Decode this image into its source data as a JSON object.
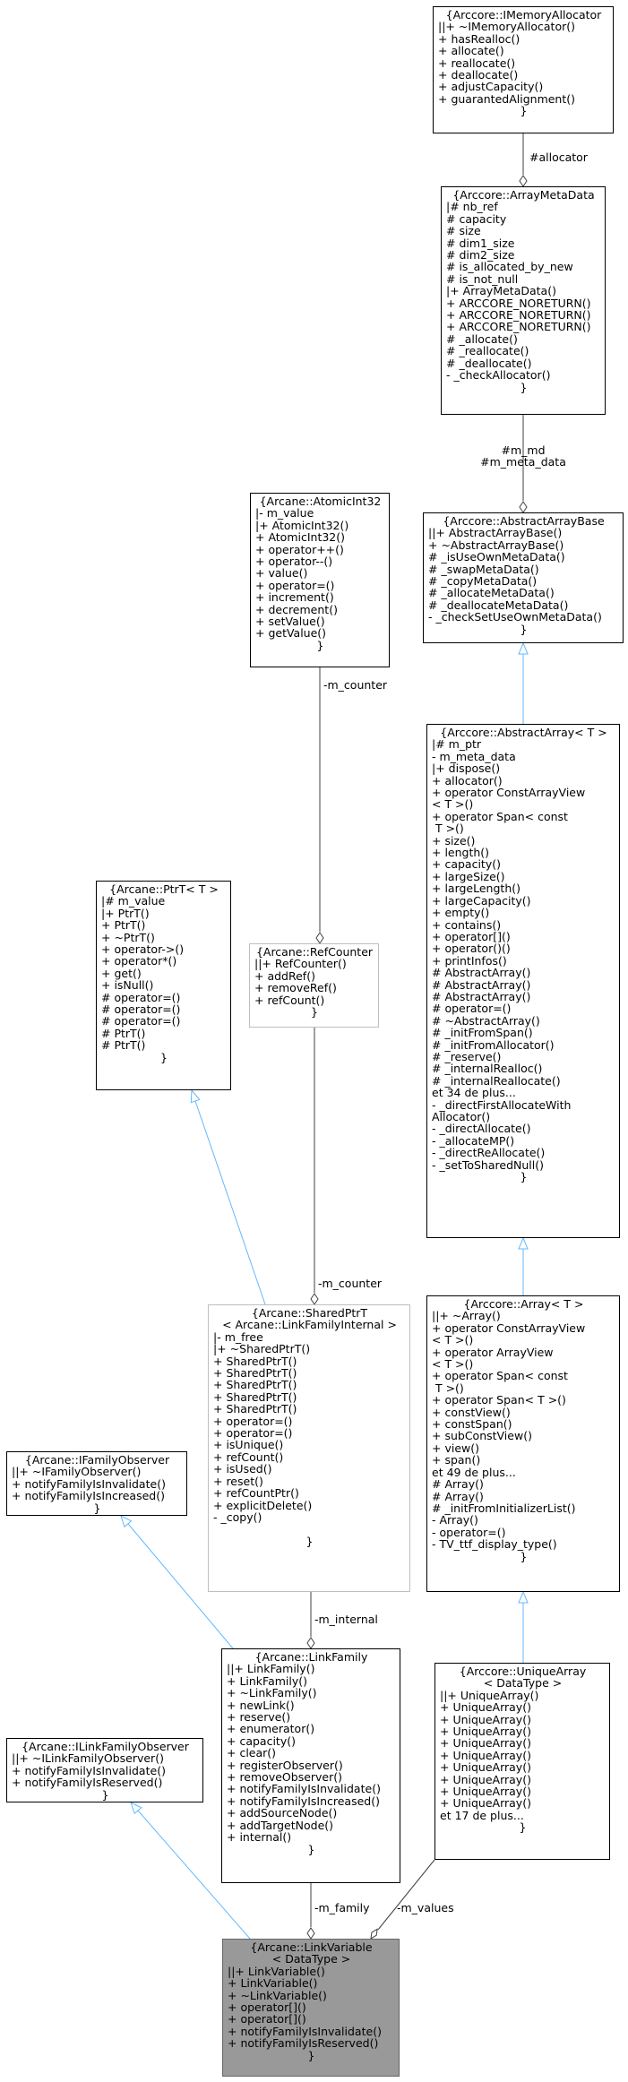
{
  "colors": {
    "inheritance_edge": "#63b8ff",
    "usage_edge": "#404040",
    "node_border": "#000000",
    "gray_node_border": "#bfbfbf",
    "focus_node_fill": "#999999"
  },
  "nodes": [
    {
      "id": "imemoryallocator",
      "title": "{Arccore::IMemoryAllocator",
      "members": [
        "||+ ~IMemoryAllocator()",
        "+ hasRealloc()",
        "+ allocate()",
        "+ reallocate()",
        "+ deallocate()",
        "+ adjustCapacity()",
        "+ guarantedAlignment()"
      ],
      "closing": "}"
    },
    {
      "id": "arraymetadata",
      "title": "{Arccore::ArrayMetaData",
      "members": [
        "|# nb_ref",
        "# capacity",
        "# size",
        "# dim1_size",
        "# dim2_size",
        "# is_allocated_by_new",
        "# is_not_null",
        "|+ ArrayMetaData()",
        "+ ARCCORE_NORETURN()",
        "+ ARCCORE_NORETURN()",
        "+ ARCCORE_NORETURN()",
        "# _allocate()",
        "# _reallocate()",
        "# _deallocate()",
        "- _checkAllocator()"
      ],
      "closing": "}"
    },
    {
      "id": "atomicint32",
      "title": "{Arcane::AtomicInt32",
      "members": [
        "|- m_value",
        "|+ AtomicInt32()",
        "+ AtomicInt32()",
        "+ operator++()",
        "+ operator--()",
        "+ value()",
        "+ operator=()",
        "+ increment()",
        "+ decrement()",
        "+ setValue()",
        "+ getValue()"
      ],
      "closing": "}"
    },
    {
      "id": "abstractarraybase",
      "title": "{Arccore::AbstractArrayBase",
      "members": [
        "||+ AbstractArrayBase()",
        "+ ~AbstractArrayBase()",
        "# _isUseOwnMetaData()",
        "# _swapMetaData()",
        "# _copyMetaData()",
        "# _allocateMetaData()",
        "# _deallocateMetaData()",
        "- _checkSetUseOwnMetaData()"
      ],
      "closing": "}"
    },
    {
      "id": "abstractarray",
      "title": "{Arccore::AbstractArray< T >",
      "members": [
        "|# m_ptr",
        "- m_meta_data",
        "|+ dispose()",
        "+ allocator()",
        "+ operator ConstArrayView",
        "< T >()",
        "+ operator Span< const",
        " T >()",
        "+ size()",
        "+ length()",
        "+ capacity()",
        "+ largeSize()",
        "+ largeLength()",
        "+ largeCapacity()",
        "+ empty()",
        "+ contains()",
        "+ operator[]()",
        "+ operator()()",
        "+ printInfos()",
        "# AbstractArray()",
        "# AbstractArray()",
        "# AbstractArray()",
        "# operator=()",
        "# ~AbstractArray()",
        "# _initFromSpan()",
        "# _initFromAllocator()",
        "# _reserve()",
        "# _internalRealloc()",
        "# _internalReallocate()",
        "et 34 de plus...",
        "- _directFirstAllocateWith",
        "Allocator()",
        "- _directAllocate()",
        "- _allocateMP()",
        "- _directReAllocate()",
        "- _setToSharedNull()"
      ],
      "closing": "}"
    },
    {
      "id": "ptrt",
      "title": "{Arcane::PtrT< T >",
      "members": [
        "|# m_value",
        "|+ PtrT()",
        "+ PtrT()",
        "+ ~PtrT()",
        "+ operator->()",
        "+ operator*()",
        "+ get()",
        "+ isNull()",
        "# operator=()",
        "# operator=()",
        "# operator=()",
        "# PtrT()",
        "# PtrT()"
      ],
      "closing": "}"
    },
    {
      "id": "refcounter",
      "title": "{Arcane::RefCounter",
      "members": [
        "||+ RefCounter()",
        "+ addRef()",
        "+ removeRef()",
        "+ refCount()"
      ],
      "closing": "}"
    },
    {
      "id": "sharedptrt",
      "title": "{Arcane::SharedPtrT\n< Arcane::LinkFamilyInternal >",
      "members": [
        "|- m_free",
        "|+ ~SharedPtrT()",
        "+ SharedPtrT()",
        "+ SharedPtrT()",
        "+ SharedPtrT()",
        "+ SharedPtrT()",
        "+ SharedPtrT()",
        "+ operator=()",
        "+ operator=()",
        "+ isUnique()",
        "+ refCount()",
        "+ isUsed()",
        "+ reset()",
        "+ refCountPtr()",
        "+ explicitDelete()",
        "- _copy()",
        ""
      ],
      "closing": "}"
    },
    {
      "id": "array",
      "title": "{Arccore::Array< T >",
      "members": [
        "||+ ~Array()",
        "+ operator ConstArrayView",
        "< T >()",
        "+ operator ArrayView",
        "< T >()",
        "+ operator Span< const",
        " T >()",
        "+ operator Span< T >()",
        "+ constView()",
        "+ constSpan()",
        "+ subConstView()",
        "+ view()",
        "+ span()",
        "et 49 de plus...",
        "# Array()",
        "# Array()",
        "# _initFromInitializerList()",
        "- Array()",
        "- operator=()",
        "- TV_ttf_display_type()"
      ],
      "closing": "}"
    },
    {
      "id": "ifamilyobserver",
      "title": "{Arcane::IFamilyObserver",
      "members": [
        "||+ ~IFamilyObserver()",
        "+ notifyFamilyIsInvalidate()",
        "+ notifyFamilyIsIncreased()"
      ],
      "closing": "}"
    },
    {
      "id": "linkfamily",
      "title": "{Arcane::LinkFamily",
      "members": [
        "||+ LinkFamily()",
        "+ LinkFamily()",
        "+ ~LinkFamily()",
        "+ newLink()",
        "+ reserve()",
        "+ enumerator()",
        "+ capacity()",
        "+ clear()",
        "+ registerObserver()",
        "+ removeObserver()",
        "+ notifyFamilyIsInvalidate()",
        "+ notifyFamilyIsIncreased()",
        "+ addSourceNode()",
        "+ addTargetNode()",
        "+ internal()"
      ],
      "closing": "}"
    },
    {
      "id": "uniquearray",
      "title": "{Arccore::UniqueArray\n< DataType >",
      "members": [
        "||+ UniqueArray()",
        "+ UniqueArray()",
        "+ UniqueArray()",
        "+ UniqueArray()",
        "+ UniqueArray()",
        "+ UniqueArray()",
        "+ UniqueArray()",
        "+ UniqueArray()",
        "+ UniqueArray()",
        "+ UniqueArray()",
        "et 17 de plus..."
      ],
      "closing": "}"
    },
    {
      "id": "ilinkfamilyobserver",
      "title": "{Arcane::ILinkFamilyObserver",
      "members": [
        "||+ ~ILinkFamilyObserver()",
        "+ notifyFamilyIsInvalidate()",
        "+ notifyFamilyIsReserved()"
      ],
      "closing": "}"
    },
    {
      "id": "linkvariable",
      "title": "{Arcane::LinkVariable\n< DataType >",
      "members": [
        "||+ LinkVariable()",
        "+ LinkVariable()",
        "+ ~LinkVariable()",
        "+ operator[]()",
        "+ operator[]()",
        "+ notifyFamilyIsInvalidate()",
        "+ notifyFamilyIsReserved()"
      ],
      "closing": "}"
    }
  ],
  "edge_labels": [
    {
      "id": "allocator",
      "text": "#allocator"
    },
    {
      "id": "m-md",
      "text": "#m_md\n#m_meta_data"
    },
    {
      "id": "counter-atomic",
      "text": "-m_counter"
    },
    {
      "id": "counter-ref",
      "text": "-m_counter"
    },
    {
      "id": "internal",
      "text": "-m_internal"
    },
    {
      "id": "family",
      "text": "-m_family"
    },
    {
      "id": "values",
      "text": "-m_values"
    }
  ]
}
